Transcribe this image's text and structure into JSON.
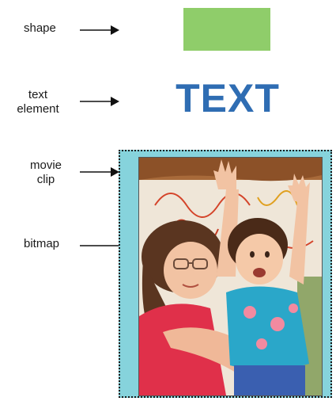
{
  "labels": {
    "shape": "shape",
    "text_element_line1": "text",
    "text_element_line2": "element",
    "movie_clip_line1": "movie",
    "movie_clip_line2": "clip",
    "bitmap": "bitmap"
  },
  "text_element_content": "TEXT",
  "colors": {
    "shape_fill": "#8fcd6a",
    "text_color": "#2f6db3",
    "movie_clip_fill": "#86d3dc",
    "arrow": "#111111"
  },
  "icons": {
    "arrow": "right-arrow-icon",
    "bitmap": "photo-of-two-children-icon"
  }
}
